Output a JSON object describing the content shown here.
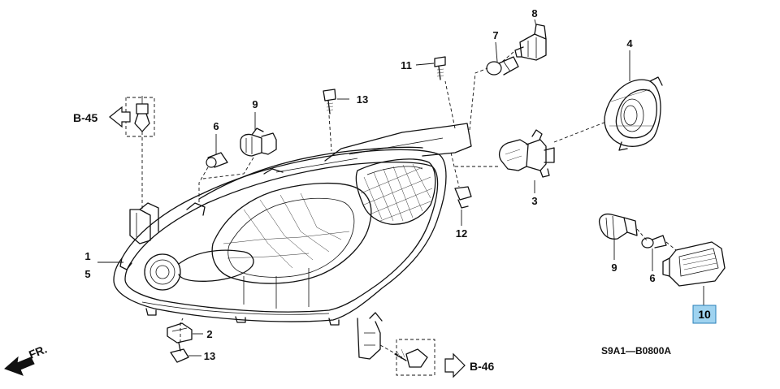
{
  "callouts": {
    "c1": "1",
    "c2": "2",
    "c3": "3",
    "c4": "4",
    "c5": "5",
    "c6a": "6",
    "c6b": "6",
    "c7": "7",
    "c8": "8",
    "c9a": "9",
    "c9b": "9",
    "c10": "10",
    "c11": "11",
    "c12": "12",
    "c13a": "13",
    "c13b": "13"
  },
  "refs": {
    "b45": "B-45",
    "b46": "B-46",
    "front": "FR."
  },
  "diagram_code": "S9A1—B0800A",
  "colors": {
    "highlight_fill": "#9fd3f0",
    "highlight_stroke": "#2a7fb8",
    "ink": "#111111"
  }
}
